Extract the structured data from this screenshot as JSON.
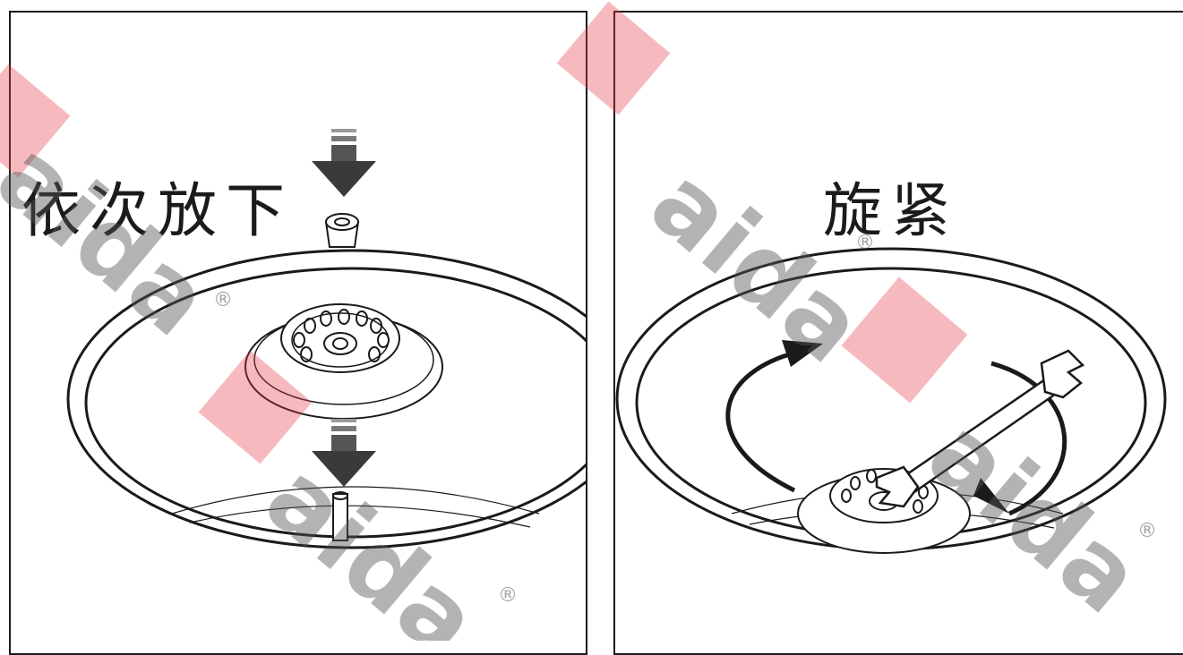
{
  "panels": [
    {
      "caption": "依次放下"
    },
    {
      "caption": "旋紧"
    }
  ],
  "watermark": {
    "text": "aida",
    "mark": "®",
    "color": "#e63946"
  },
  "icons": [
    "arrow-down-icon",
    "nut-icon",
    "wrench-icon",
    "rotate-arrow-icon"
  ]
}
